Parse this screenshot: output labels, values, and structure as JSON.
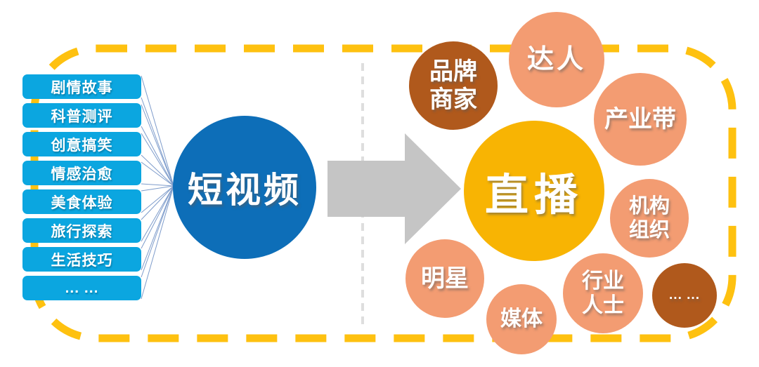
{
  "left_panel": {
    "categories": [
      "剧情故事",
      "科普测评",
      "创意搞笑",
      "情感治愈",
      "美食体验",
      "旅行探索",
      "生活技巧",
      "... ..."
    ]
  },
  "source_circle": {
    "label": "短视频"
  },
  "target_circle": {
    "label": "直播"
  },
  "participants": [
    {
      "name": "brand-merchants",
      "line1": "品牌",
      "line2": "商家"
    },
    {
      "name": "influencers",
      "line1": "达人"
    },
    {
      "name": "industrial-belt",
      "line1": "产业带"
    },
    {
      "name": "organizations",
      "line1": "机构",
      "line2": "组织"
    },
    {
      "name": "celebrities",
      "line1": "明星"
    },
    {
      "name": "media",
      "line1": "媒体"
    },
    {
      "name": "industry-people",
      "line1": "行业",
      "line2": "人士"
    },
    {
      "name": "more",
      "line1": "... ..."
    }
  ],
  "colors": {
    "category_box": "#0BA6E0",
    "source_circle": "#0D6EB8",
    "target_circle": "#F8B403",
    "participant_salmon": "#F39C72",
    "participant_brown": "#B0591C",
    "border_dash": "#FEC110",
    "arrow": "#C5C5C5",
    "divider": "#DEDEDE",
    "connector": "#7E9CCB"
  }
}
